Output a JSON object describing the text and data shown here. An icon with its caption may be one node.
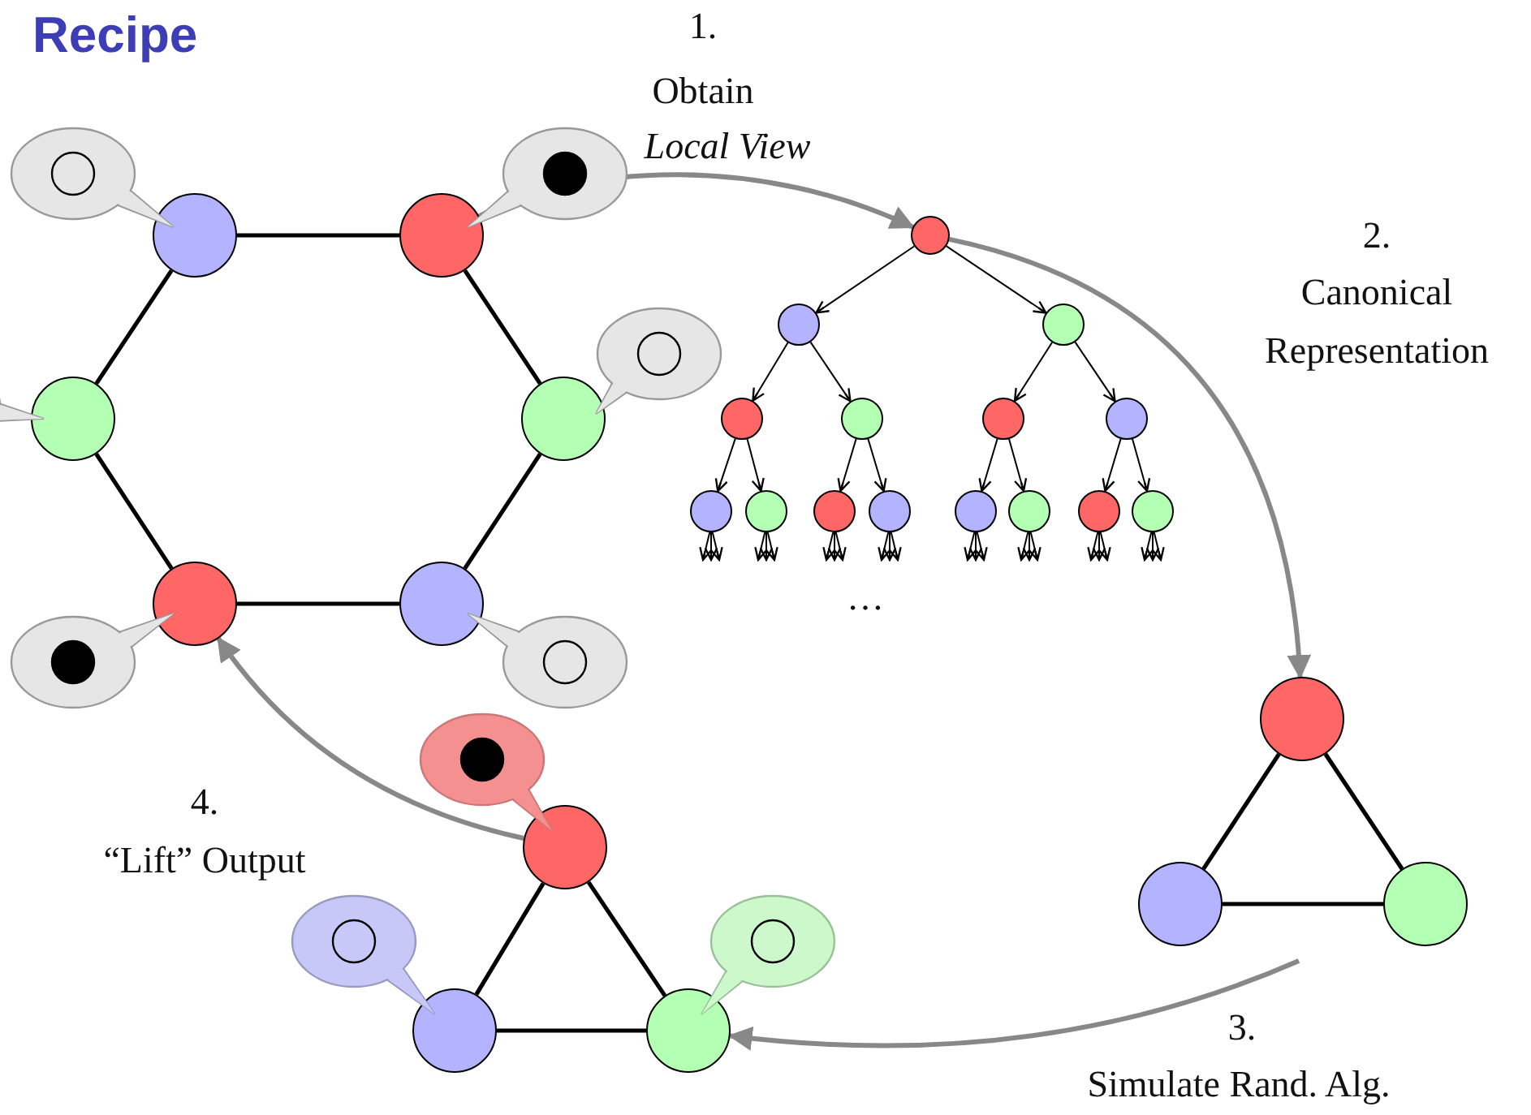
{
  "diagram": {
    "title": "Recipe",
    "nodes": [
      {
        "text": [],
        "shape": "circle"
      },
      {
        "text": [],
        "shape": "circle"
      },
      {
        "text": [],
        "shape": "circle"
      },
      {
        "text": [],
        "shape": "circle"
      },
      {
        "text": [],
        "shape": "circle"
      },
      {
        "text": [],
        "shape": "circle"
      },
      {
        "text": [],
        "shape": "circle"
      },
      {
        "text": [],
        "shape": "circle"
      },
      {
        "text": [],
        "shape": "circle"
      },
      {
        "text": [],
        "shape": "circle"
      },
      {
        "text": [],
        "shape": "circle"
      },
      {
        "text": [],
        "shape": "circle"
      },
      {
        "text": [],
        "shape": "circle"
      },
      {
        "text": [],
        "shape": "circle"
      },
      {
        "text": [],
        "shape": "circle"
      },
      {
        "text": [],
        "shape": "circle"
      },
      {
        "text": [],
        "shape": "circle"
      },
      {
        "text": [],
        "shape": "circle"
      },
      {
        "text": [],
        "shape": "circle"
      },
      {
        "text": [],
        "shape": "circle"
      },
      {
        "text": [],
        "shape": "circle"
      },
      {
        "text": [],
        "shape": "circle"
      },
      {
        "text": [],
        "shape": "circle"
      },
      {
        "text": [],
        "shape": "circle"
      },
      {
        "text": [],
        "shape": "circle"
      },
      {
        "text": [],
        "shape": "circle"
      },
      {
        "text": [],
        "shape": "circle"
      }
    ],
    "edges": [
      {
        "from": 0,
        "to": 1,
        "arrow": "none",
        "style": "thick"
      },
      {
        "from": 1,
        "to": 3,
        "arrow": "none",
        "style": "thick"
      },
      {
        "from": 3,
        "to": 5,
        "arrow": "none",
        "style": "thick"
      },
      {
        "from": 5,
        "to": 4,
        "arrow": "none",
        "style": "thick"
      },
      {
        "from": 4,
        "to": 2,
        "arrow": "none",
        "style": "thick"
      },
      {
        "from": 2,
        "to": 0,
        "arrow": "none",
        "style": "thick"
      },
      {
        "from": 1,
        "to": 6,
        "arrow": "to",
        "style": "thick",
        "color": "#888888"
      },
      {
        "from": 6,
        "to": 21,
        "arrow": "to",
        "style": "thick",
        "color": "#888888"
      },
      {
        "from": null,
        "to": 26,
        "arrow": "to",
        "style": "thick",
        "color": "#888888"
      },
      {
        "from": 24,
        "to": 4,
        "arrow": "to",
        "style": "thick",
        "color": "#888888"
      },
      {
        "from": 6,
        "to": 7,
        "arrow": "to"
      },
      {
        "from": 6,
        "to": 8,
        "arrow": "to"
      },
      {
        "from": 7,
        "to": 9,
        "arrow": "to"
      },
      {
        "from": 7,
        "to": 10,
        "arrow": "to"
      },
      {
        "from": 8,
        "to": 11,
        "arrow": "to"
      },
      {
        "from": 8,
        "to": 12,
        "arrow": "to"
      },
      {
        "from": 9,
        "to": 13,
        "arrow": "to"
      },
      {
        "from": 9,
        "to": 14,
        "arrow": "to"
      },
      {
        "from": 10,
        "to": 15,
        "arrow": "to"
      },
      {
        "from": 10,
        "to": 16,
        "arrow": "to"
      },
      {
        "from": 11,
        "to": 17,
        "arrow": "to"
      },
      {
        "from": 11,
        "to": 18,
        "arrow": "to"
      },
      {
        "from": 12,
        "to": 19,
        "arrow": "to"
      },
      {
        "from": 12,
        "to": 20,
        "arrow": "to"
      },
      {
        "from": 21,
        "to": 22,
        "arrow": "none",
        "style": "thick"
      },
      {
        "from": 22,
        "to": 23,
        "arrow": "none",
        "style": "thick"
      },
      {
        "from": 23,
        "to": 21,
        "arrow": "none",
        "style": "thick"
      },
      {
        "from": 24,
        "to": 25,
        "arrow": "none",
        "style": "thick"
      },
      {
        "from": 25,
        "to": 26,
        "arrow": "none",
        "style": "thick"
      },
      {
        "from": 26,
        "to": 24,
        "arrow": "none",
        "style": "thick"
      },
      {
        "from": 13,
        "to": null,
        "arrow": "to"
      },
      {
        "from": 13,
        "to": null,
        "arrow": "to"
      },
      {
        "from": 13,
        "to": null,
        "arrow": "to"
      },
      {
        "from": 14,
        "to": null,
        "arrow": "to"
      },
      {
        "from": 14,
        "to": null,
        "arrow": "to"
      },
      {
        "from": 14,
        "to": null,
        "arrow": "to"
      },
      {
        "from": 15,
        "to": null,
        "arrow": "to"
      },
      {
        "from": 15,
        "to": null,
        "arrow": "to"
      },
      {
        "from": 15,
        "to": null,
        "arrow": "to"
      },
      {
        "from": 16,
        "to": null,
        "arrow": "to"
      },
      {
        "from": 16,
        "to": null,
        "arrow": "to"
      },
      {
        "from": 16,
        "to": null,
        "arrow": "to"
      },
      {
        "from": 17,
        "to": null,
        "arrow": "to"
      },
      {
        "from": 17,
        "to": null,
        "arrow": "to"
      },
      {
        "from": 17,
        "to": null,
        "arrow": "to"
      },
      {
        "from": 18,
        "to": null,
        "arrow": "to"
      },
      {
        "from": 18,
        "to": null,
        "arrow": "to"
      },
      {
        "from": 18,
        "to": null,
        "arrow": "to"
      },
      {
        "from": 19,
        "to": null,
        "arrow": "to"
      },
      {
        "from": 19,
        "to": null,
        "arrow": "to"
      },
      {
        "from": 19,
        "to": null,
        "arrow": "to"
      },
      {
        "from": 20,
        "to": null,
        "arrow": "to"
      },
      {
        "from": 20,
        "to": null,
        "arrow": "to"
      },
      {
        "from": 20,
        "to": null,
        "arrow": "to"
      }
    ],
    "labels": [
      "1.",
      "Obtain",
      "Local View",
      "2.",
      "Canonical",
      "Representation",
      "…",
      "3.",
      "Simulate Rand. Alg.",
      "4.",
      "“Lift” Output"
    ]
  }
}
